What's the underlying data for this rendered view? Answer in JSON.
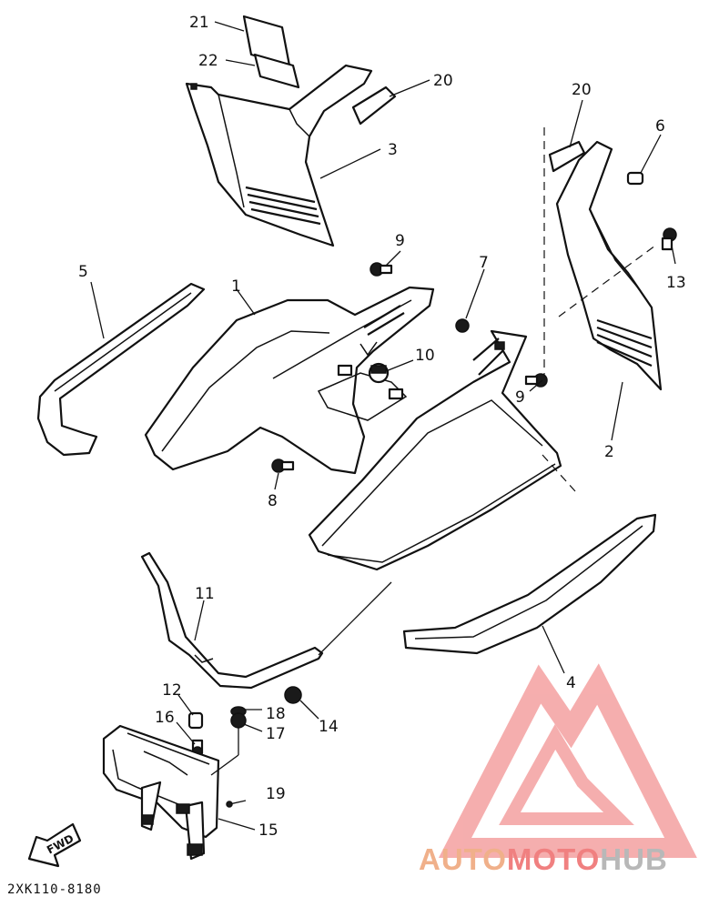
{
  "diagram": {
    "callouts": [
      {
        "id": "c21",
        "label": "21"
      },
      {
        "id": "c22",
        "label": "22"
      },
      {
        "id": "c20a",
        "label": "20"
      },
      {
        "id": "c20b",
        "label": "20"
      },
      {
        "id": "c3",
        "label": "3"
      },
      {
        "id": "c6",
        "label": "6"
      },
      {
        "id": "c9a",
        "label": "9"
      },
      {
        "id": "c9b",
        "label": "9"
      },
      {
        "id": "c13",
        "label": "13"
      },
      {
        "id": "c5",
        "label": "5"
      },
      {
        "id": "c1",
        "label": "1"
      },
      {
        "id": "c7",
        "label": "7"
      },
      {
        "id": "c10",
        "label": "10"
      },
      {
        "id": "c2",
        "label": "2"
      },
      {
        "id": "c8",
        "label": "8"
      },
      {
        "id": "c11",
        "label": "11"
      },
      {
        "id": "c4",
        "label": "4"
      },
      {
        "id": "c12",
        "label": "12"
      },
      {
        "id": "c18",
        "label": "18"
      },
      {
        "id": "c14",
        "label": "14"
      },
      {
        "id": "c16",
        "label": "16"
      },
      {
        "id": "c17",
        "label": "17"
      },
      {
        "id": "c19",
        "label": "19"
      },
      {
        "id": "c15",
        "label": "15"
      }
    ],
    "fwd_label": "FWD",
    "diagram_code": "2XK110-8180"
  },
  "watermark": {
    "text_auto": "AUTO",
    "text_moto": "MOTO",
    "text_hub": "HUB",
    "colors": {
      "auto": "#f0b08a",
      "moto": "#f08080",
      "hub": "#b8b8b8",
      "logo": "#f4a0a0"
    }
  }
}
